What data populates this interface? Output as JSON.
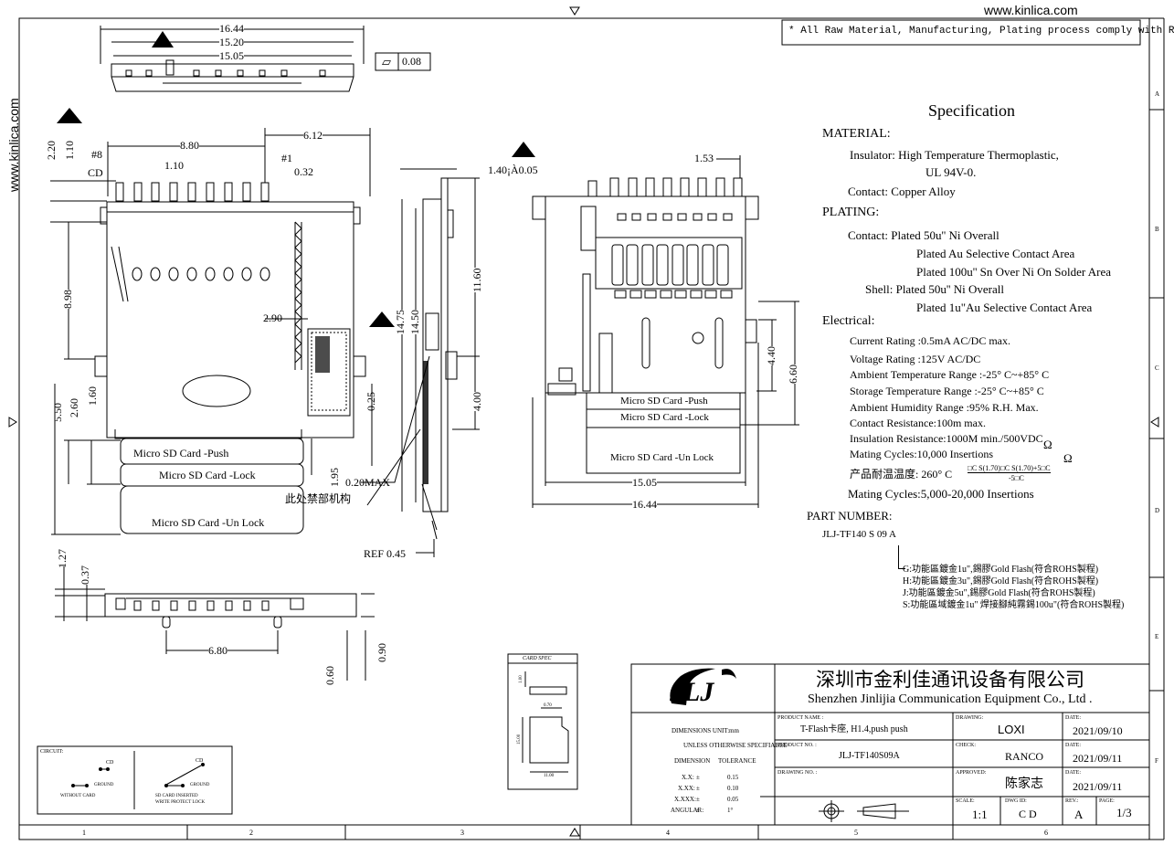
{
  "site": "www.kinlica.com",
  "compliance_note": "* All Raw Material, Manufacturing, Plating process comply with ROHS",
  "flatness": {
    "symbol": "⏥",
    "value": "0.08"
  },
  "dims": {
    "top_w1": "16.44",
    "top_w2": "15.20",
    "top_w3": "15.05",
    "d880": "8.80",
    "d612": "6.12",
    "d110": "1.10",
    "d032": "0.32",
    "d220": "2.20",
    "d110v": "1.10",
    "pin8": "#8",
    "pin1": "#1",
    "cd": "CD",
    "d898": "8.98",
    "d290": "2.90",
    "d550": "5.50",
    "d260": "2.60",
    "d160": "1.60",
    "d195": "1.95",
    "d025": "0.25",
    "d020max": "0.20MAX",
    "keepout": "此处禁部机构",
    "side_140": "1.40¡À0.05",
    "side_1475": "14.75",
    "side_1450": "14.50",
    "side_1160": "11.60",
    "side_400": "4.00",
    "ref": "REF 0.45",
    "r_153": "1.53",
    "r_440": "4.40",
    "r_660": "6.60",
    "r_1505": "15.05",
    "r_1644": "16.44",
    "b_127": "1.27",
    "b_037": "0.37",
    "b_680": "6.80",
    "b_090": "0.90",
    "b_060": "0.60"
  },
  "cards": {
    "push": "Micro SD Card -Push",
    "lock": "Micro SD Card -Lock",
    "unlock": "Micro SD Card -Un Lock"
  },
  "spec": {
    "title": "Specification",
    "material_h": "MATERIAL:",
    "insulator": "Insulator: High Temperature Thermoplastic,",
    "ul": "UL 94V-0.",
    "contact": "Contact: Copper Alloy",
    "plating_h": "PLATING:",
    "p_contact1": "Contact: Plated 50u'' Ni Overall",
    "p_contact2": "Plated Au Selective Contact Area",
    "p_contact3": "Plated 100u'' Sn Over Ni On Solder Area",
    "p_shell1": "Shell: Plated 50u'' Ni Overall",
    "p_shell2": "Plated 1u\"Au Selective Contact Area",
    "elec_h": "Electrical:",
    "e1": "Current Rating :0.5mA AC/DC max.",
    "e2": "Voltage Rating :125V AC/DC",
    "e3": "Ambient Temperature Range :-25° C~+85° C",
    "e4": "Storage Temperature Range :-25° C~+85° C",
    "e5": "Ambient Humidity Range :95% R.H. Max.",
    "e6": "Contact Resistance:100m  max.",
    "e7": "Insulation Resistance:1000M  min./500VDC",
    "e8": "Mating Cycles:10,000 Insertions",
    "e9": "产品耐温温度: 260° C",
    "e9_frac_top": "□C S(1.70)□C S(1.70)+5□C",
    "e9_frac_bot": "-5□C",
    "e10": "Mating Cycles:5,000-20,000 Insertions",
    "omega1": "Ω",
    "omega2": "Ω"
  },
  "part": {
    "h": "PART NUMBER:",
    "code": "JLJ-TF140 S 09 A",
    "g": "G:功能區鍍金1u\",錫膠Gold Flash(符合ROHS製程)",
    "h_opt": "H:功能區鍍金3u\",錫膠Gold Flash(符合ROHS製程)",
    "j": "J:功能區鍍金5u\",錫膠Gold Flash(符合ROHS製程)",
    "s": "S:功能區域鍍金1u\" 焊接腳純霧錫100u\"(符合ROHS製程)"
  },
  "titleblock": {
    "company_cn": "深圳市金利佳通讯设备有限公司",
    "company_en": "Shenzhen Jinlijia Communication Equipment Co., Ltd .",
    "dim_unit": "DIMENSIONS UNIT:",
    "dim_unit_v": "mm",
    "unless": "UNLESS OTHERWISE SPECIFIABLE",
    "dimension": "DIMENSION",
    "tolerance": "TOLERANCE",
    "tol": [
      {
        "k": "X.X:",
        "s": "±",
        "v": "0.15"
      },
      {
        "k": "X.XX:",
        "s": "±",
        "v": "0.10"
      },
      {
        "k": "X.XXX:",
        "s": "±",
        "v": "0.05"
      },
      {
        "k": "ANGULAR:",
        "s": "±",
        "v": "1°"
      }
    ],
    "product_name_l": "PRODUCT NAME :",
    "product_name": "T-Flash卡座, H1.4,push push",
    "product_no_l": "PRODUCT NO. :",
    "product_no": "JLJ-TF140S09A",
    "drawing_no_l": "DRAWING NO. :",
    "drawing_l": "DRAWING:",
    "drawing": "LOXI",
    "check_l": "CHECK:",
    "check": "RANCO",
    "approved_l": "APPROVED:",
    "approved": "陈家志",
    "date_l": "DATE:",
    "date1": "2021/09/10",
    "date2": "2021/09/11",
    "date3": "2021/09/11",
    "scale_l": "SCALE:",
    "scale": "1:1",
    "dwg_l": "DWG ID:",
    "dwg": "C D",
    "rev_l": "REV.:",
    "rev": "A",
    "page_l": "PAGE:",
    "page": "1/3"
  },
  "circuit": {
    "title": "CIRCUIT:",
    "cd1": "CD",
    "cd2": "CD",
    "ground1": "GROUND",
    "ground2": "GROUND",
    "without": "WITHOUT  CARD",
    "inserted1": "SD CARD INSERTED",
    "inserted2": "WRITE PROTECT LOCK"
  },
  "cardspec": {
    "title": "CARD SPEC",
    "d1": "11.00",
    "d2": "15.00",
    "d3": "0.70",
    "d4": "1.00"
  },
  "border": {
    "cols": [
      "1",
      "2",
      "3",
      "4",
      "5",
      "6"
    ],
    "rows": [
      "A",
      "B",
      "C",
      "D",
      "E",
      "F"
    ]
  }
}
